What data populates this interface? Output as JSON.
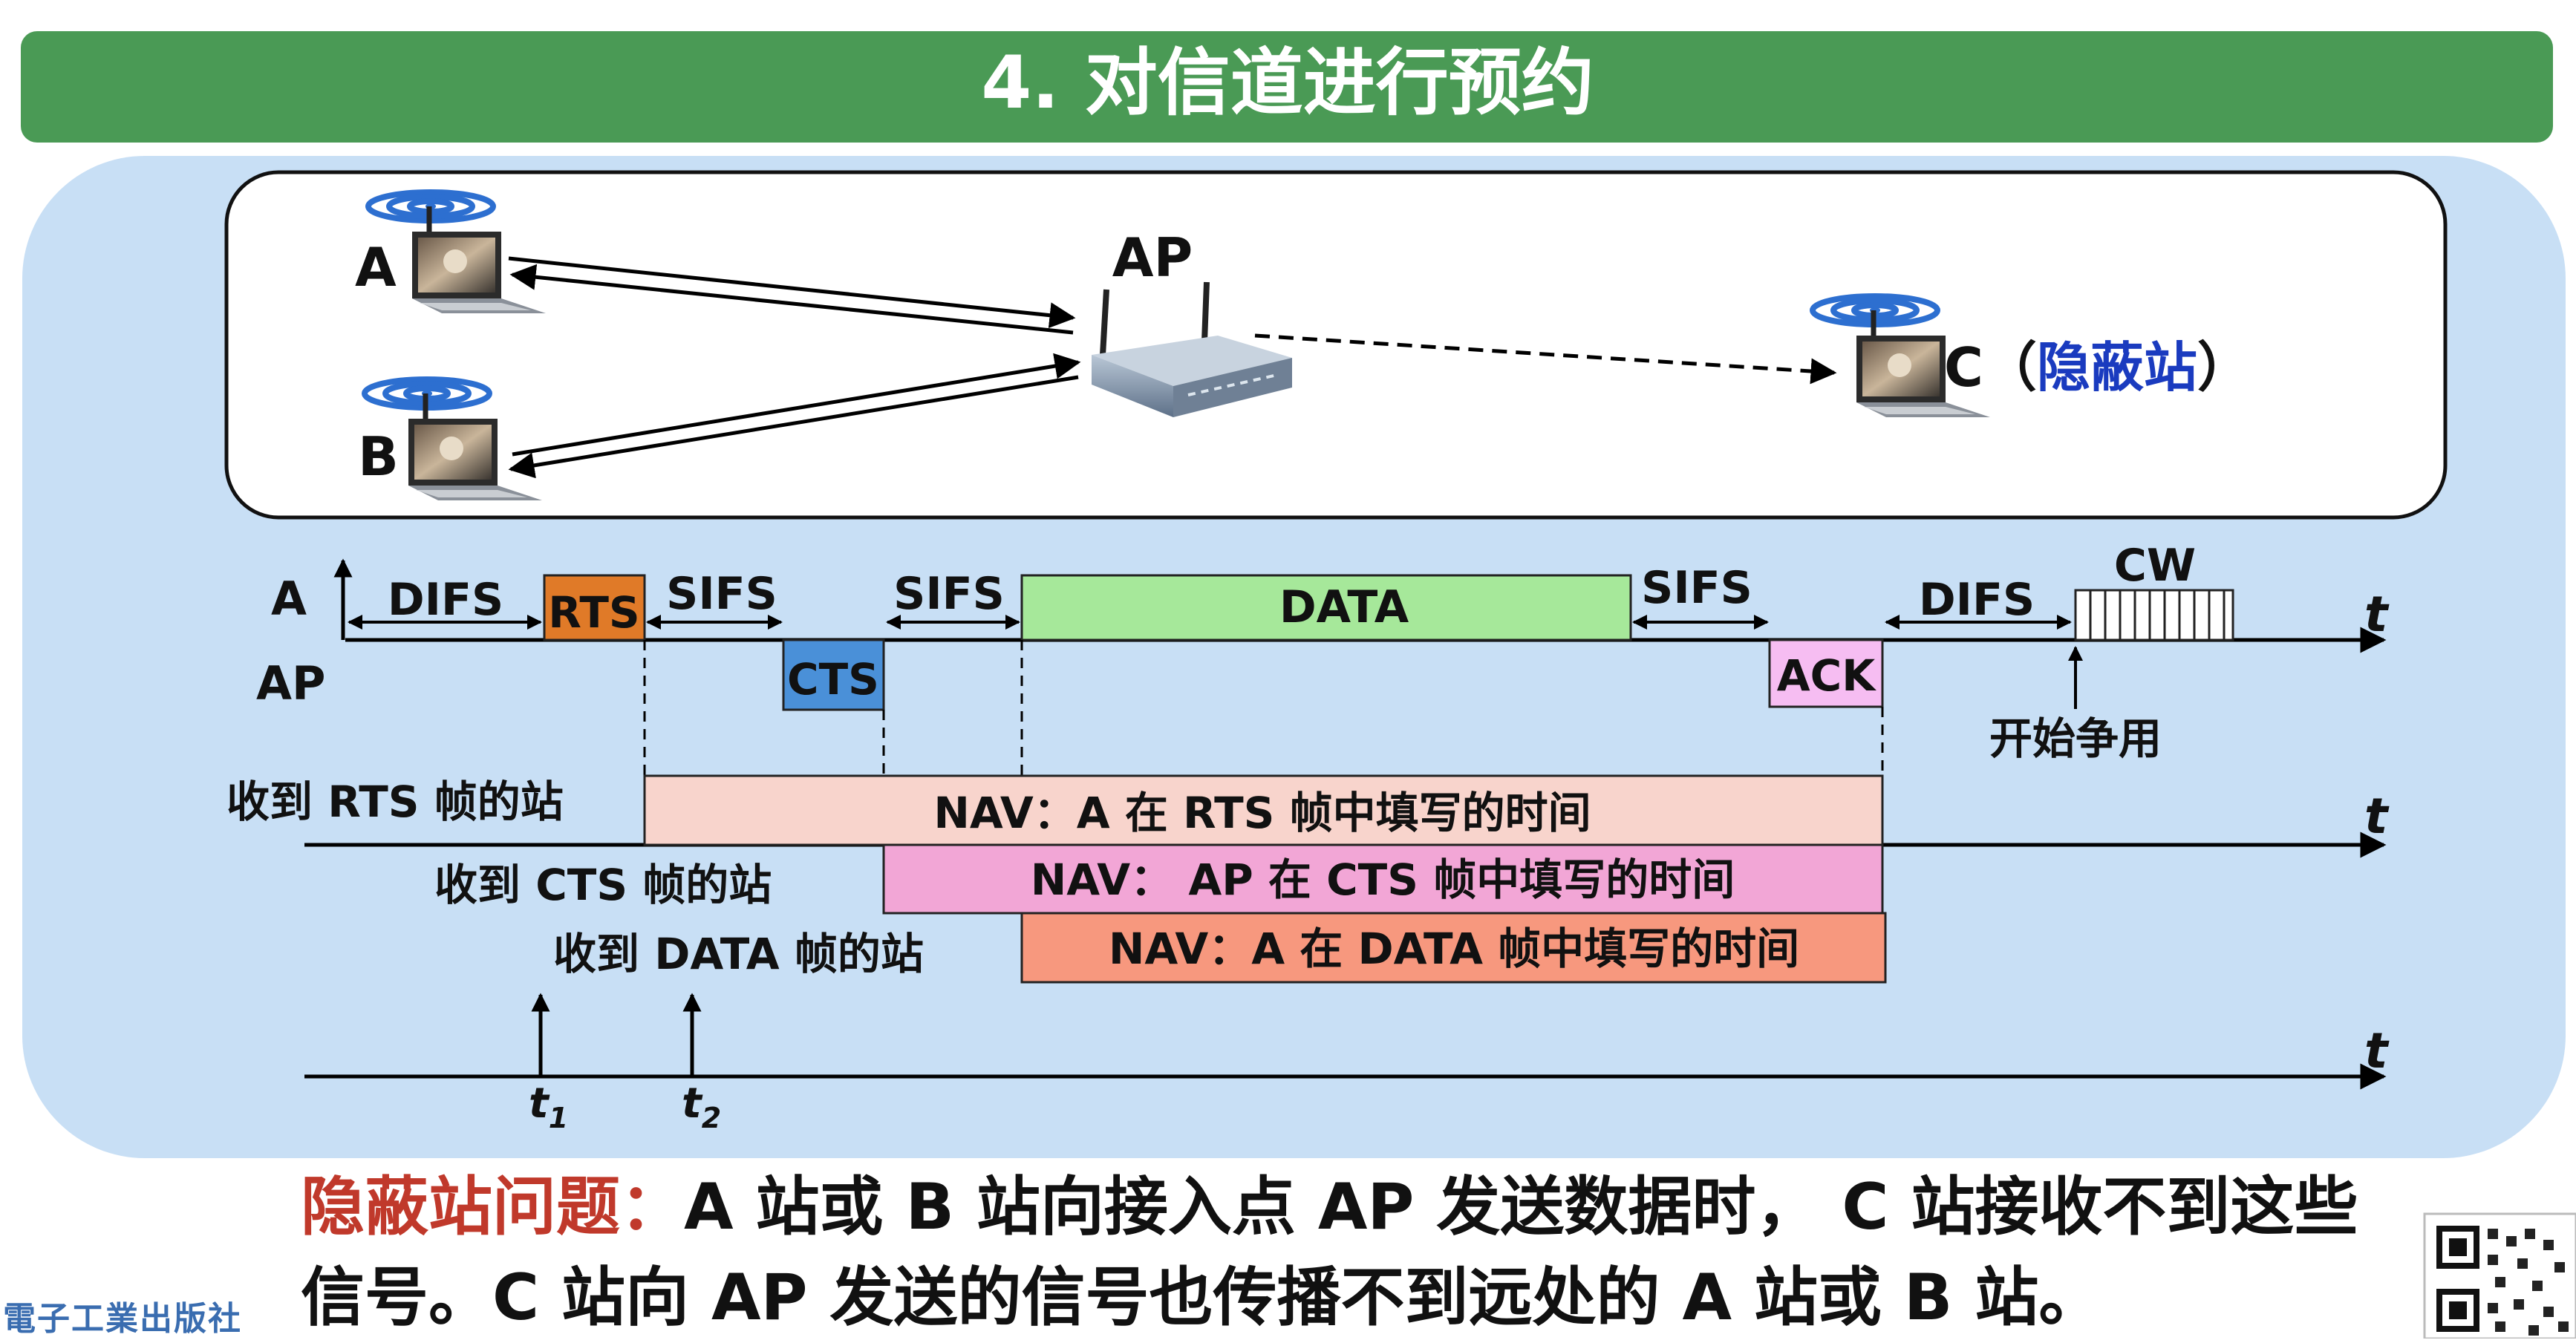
{
  "title": "4. 对信道进行预约",
  "network": {
    "station_a": "A",
    "station_b": "B",
    "access_point": "AP",
    "station_c": "C",
    "paren_open": "（",
    "hidden_station": "隐蔽站",
    "paren_close": "）"
  },
  "timing": {
    "row_a": "A",
    "row_ap": "AP",
    "difs_1": "DIFS",
    "rts": "RTS",
    "sifs_1": "SIFS",
    "cts": "CTS",
    "sifs_2": "SIFS",
    "data": "DATA",
    "sifs_3": "SIFS",
    "ack": "ACK",
    "difs_2": "DIFS",
    "cw": "CW",
    "start_contend": "开始争用",
    "axis_t": "t",
    "recv_rts": "收到 RTS 帧的站",
    "recv_cts": "收到 CTS 帧的站",
    "recv_data": "收到 DATA 帧的站",
    "nav_rts": "NAV：A 在 RTS 帧中填写的时间",
    "nav_cts": "NAV：  AP 在 CTS 帧中填写的时间",
    "nav_data": "NAV：A 在 DATA 帧中填写的时间",
    "t1": "t",
    "t1_sub": "1",
    "t2": "t",
    "t2_sub": "2"
  },
  "footer": {
    "problem_label": "隐蔽站问题：",
    "problem_text": "A 站或 B 站向接入点 AP 发送数据时， C 站接收不到这些信号。C 站向 AP 发送的信号也传播不到远处的 A 站或 B 站。",
    "publisher": "電子工業出版社"
  },
  "colors": {
    "title_bar": "#4a9a55",
    "panel": "#c8dff5",
    "rts": "#e07a28",
    "cts": "#4a90d8",
    "data": "#a6e89a",
    "ack": "#f6bdf2",
    "nav_rts": "#f8d4cc",
    "nav_cts": "#f2a6d6",
    "nav_data": "#f7987e",
    "hidden_station_text": "#1a3bbf",
    "problem_label_text": "#c0392b"
  },
  "icons": [
    "laptop-icon",
    "wifi-icon",
    "router-icon",
    "qr-code-icon"
  ]
}
